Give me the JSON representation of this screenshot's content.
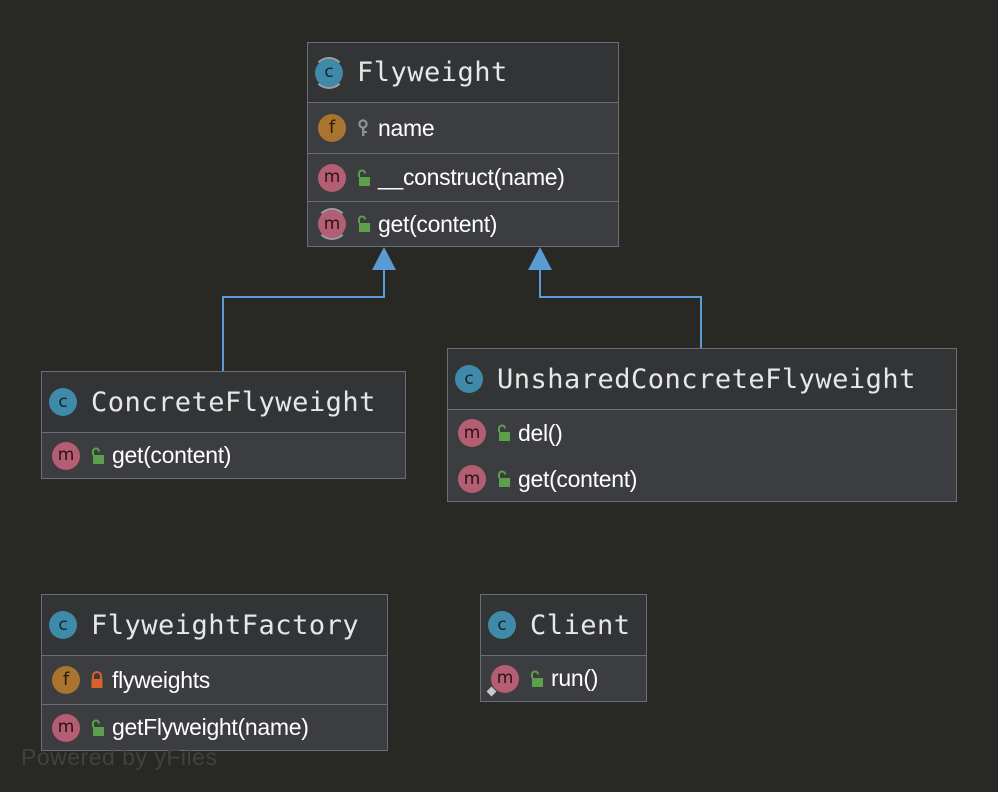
{
  "diagram": {
    "classes": {
      "flyweight": {
        "name": "Flyweight",
        "badge": "c",
        "fields": [
          {
            "badge": "f",
            "name": "name",
            "visibility": "key-icon"
          }
        ],
        "methods": [
          {
            "badge": "m",
            "name": "__construct(name)",
            "visibility": "unlock-icon"
          },
          {
            "badge": "m",
            "name": "get(content)",
            "visibility": "unlock-icon",
            "abstract": true
          }
        ]
      },
      "concrete": {
        "name": "ConcreteFlyweight",
        "badge": "c",
        "methods": [
          {
            "badge": "m",
            "name": "get(content)",
            "visibility": "unlock-icon"
          }
        ]
      },
      "unshared": {
        "name": "UnsharedConcreteFlyweight",
        "badge": "c",
        "methods": [
          {
            "badge": "m",
            "name": "del()",
            "visibility": "unlock-icon"
          },
          {
            "badge": "m",
            "name": "get(content)",
            "visibility": "unlock-icon"
          }
        ]
      },
      "factory": {
        "name": "FlyweightFactory",
        "badge": "c",
        "fields": [
          {
            "badge": "f",
            "name": "flyweights",
            "visibility": "lock-icon"
          }
        ],
        "methods": [
          {
            "badge": "m",
            "name": "getFlyweight(name)",
            "visibility": "unlock-icon"
          }
        ]
      },
      "client": {
        "name": "Client",
        "badge": "c",
        "methods": [
          {
            "badge": "m",
            "name": "run()",
            "visibility": "unlock-icon",
            "static_marker": true
          }
        ]
      }
    },
    "relations": [
      {
        "from": "ConcreteFlyweight",
        "to": "Flyweight",
        "type": "inheritance"
      },
      {
        "from": "UnsharedConcreteFlyweight",
        "to": "Flyweight",
        "type": "inheritance"
      }
    ],
    "watermark": "Powered by yFiles"
  },
  "colors": {
    "background": "#282925",
    "class_badge": "#3f8aa8",
    "method_badge": "#b45e73",
    "field_badge": "#a8742e",
    "public_lock": "#5ca04b",
    "private_lock": "#d9622c",
    "inheritance_edge": "#5a9bd5"
  }
}
